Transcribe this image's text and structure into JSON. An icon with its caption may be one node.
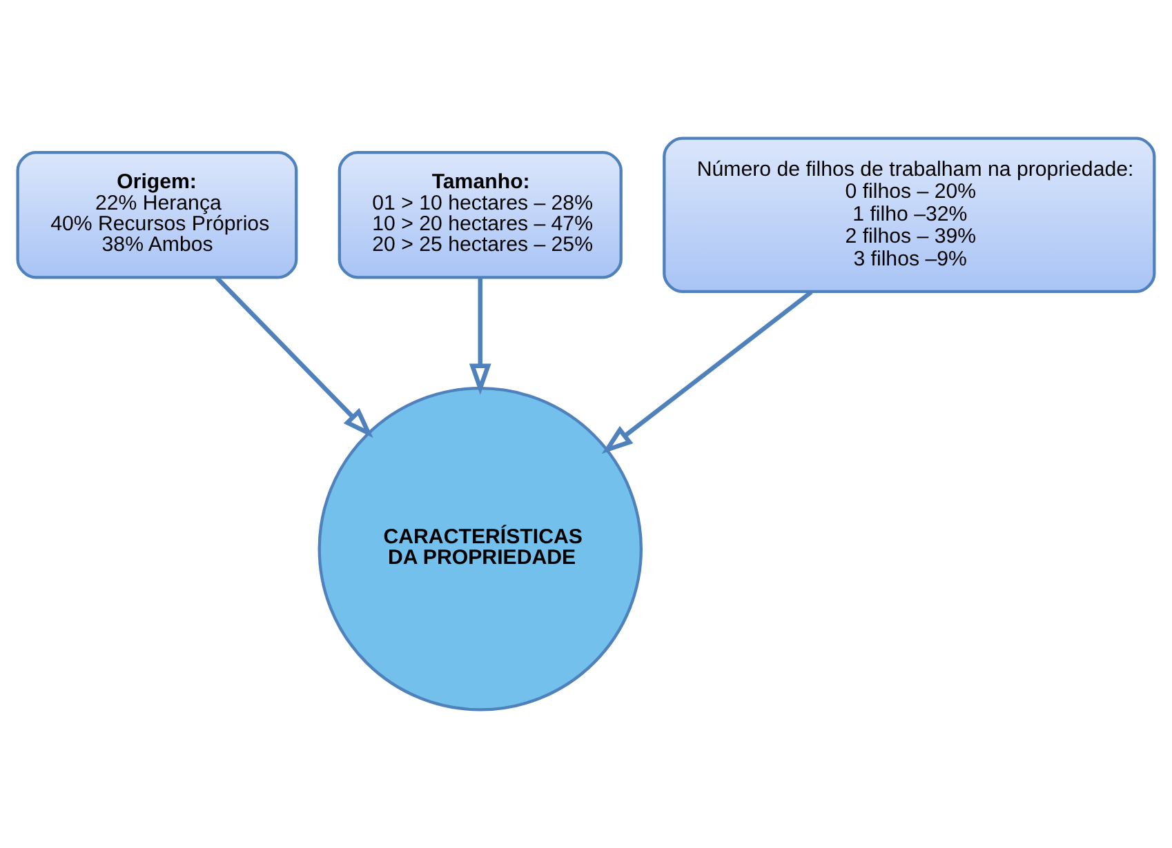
{
  "diagram": {
    "nodes": [
      {
        "text": [
          "Tamanho:",
          "01 > 10 hectares – 28%",
          "10 > 20 hectares – 47%",
          "20 > 25 hectares – 25%"
        ]
      },
      {
        "text": [
          "Origem:",
          "22% Herança",
          "40% Recursos Próprios",
          "38% Ambos"
        ]
      },
      {
        "text": [
          "Número de filhos de trabalham na propriedade:",
          "0 filhos – 20%",
          "1 filho –32%",
          "2 filhos – 39%",
          "3 filhos –9%"
        ]
      },
      {
        "text": [
          "CARACTERÍSTICAS DA PROPRIEDADE"
        ]
      }
    ],
    "edges": [
      {
        "from": 1,
        "to": 3,
        "arrow": "to"
      },
      {
        "from": 0,
        "to": 3,
        "arrow": "to"
      },
      {
        "from": 2,
        "to": 3,
        "arrow": "to"
      }
    ]
  }
}
